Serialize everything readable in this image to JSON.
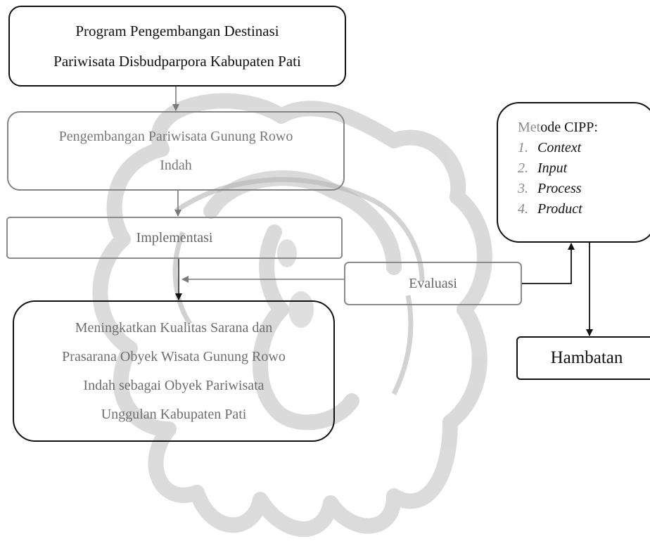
{
  "diagram": {
    "program_box": {
      "lines": [
        "Program Pengembangan Destinasi",
        "Pariwisata Disbudparpora Kabupaten Pati"
      ]
    },
    "pengembangan_box": {
      "lines": [
        "Pengembangan Pariwisata Gunung Rowo",
        "Indah"
      ]
    },
    "implementasi_box": {
      "label": "Implementasi"
    },
    "meningkatkan_box": {
      "lines": [
        "Meningkatkan Kualitas Sarana dan",
        "Prasarana  Obyek Wisata Gunung Rowo",
        "Indah sebagai Obyek Pariwisata",
        "Unggulan Kabupaten Pati"
      ]
    },
    "evaluasi_box": {
      "label": "Evaluasi"
    },
    "cipp_box": {
      "title_prefix": "Met",
      "title_rest": "ode CIPP:",
      "items": [
        {
          "num": "1.",
          "label": "Context"
        },
        {
          "num": "2.",
          "label": "Input"
        },
        {
          "num": "3.",
          "label": "Process"
        },
        {
          "num": "4.",
          "label": "Product"
        }
      ]
    },
    "hambatan_box": {
      "label": "Hambatan"
    }
  },
  "colors": {
    "dark_line": "#111111",
    "gray_line": "#858585",
    "watermark": "#bdbdbd"
  }
}
